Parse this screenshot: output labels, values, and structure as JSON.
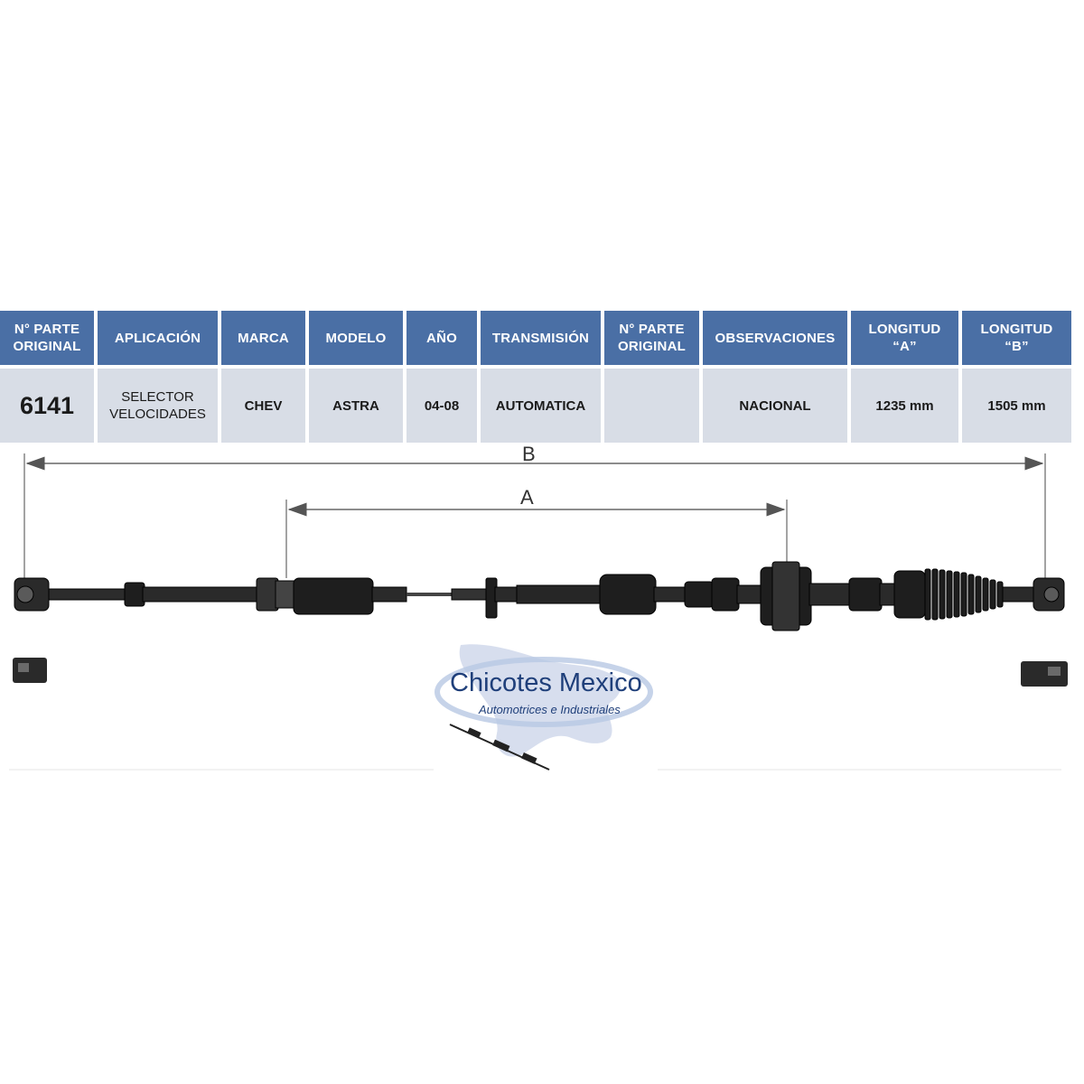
{
  "table": {
    "headers": [
      "N° PARTE\nORIGINAL",
      "APLICACIÓN",
      "MARCA",
      "MODELO",
      "AÑO",
      "TRANSMISIÓN",
      "N° PARTE\nORIGINAL",
      "OBSERVACIONES",
      "LONGITUD\n“A”",
      "LONGITUD\n“B”"
    ],
    "row": [
      "6141",
      "SELECTOR\nVELOCIDADES",
      "CHEV",
      "ASTRA",
      "04-08",
      "AUTOMATICA",
      "",
      "NACIONAL",
      "1235 mm",
      "1505 mm"
    ]
  },
  "diagram": {
    "dimension_b_label": "B",
    "dimension_a_label": "A"
  },
  "logo": {
    "title": "Chicotes Mexico",
    "subtitle": "Automotrices e Industriales"
  },
  "colors": {
    "header_bg": "#4a6fa5",
    "row_bg": "#d8dde6",
    "logo_blue": "#1f3f7a"
  }
}
